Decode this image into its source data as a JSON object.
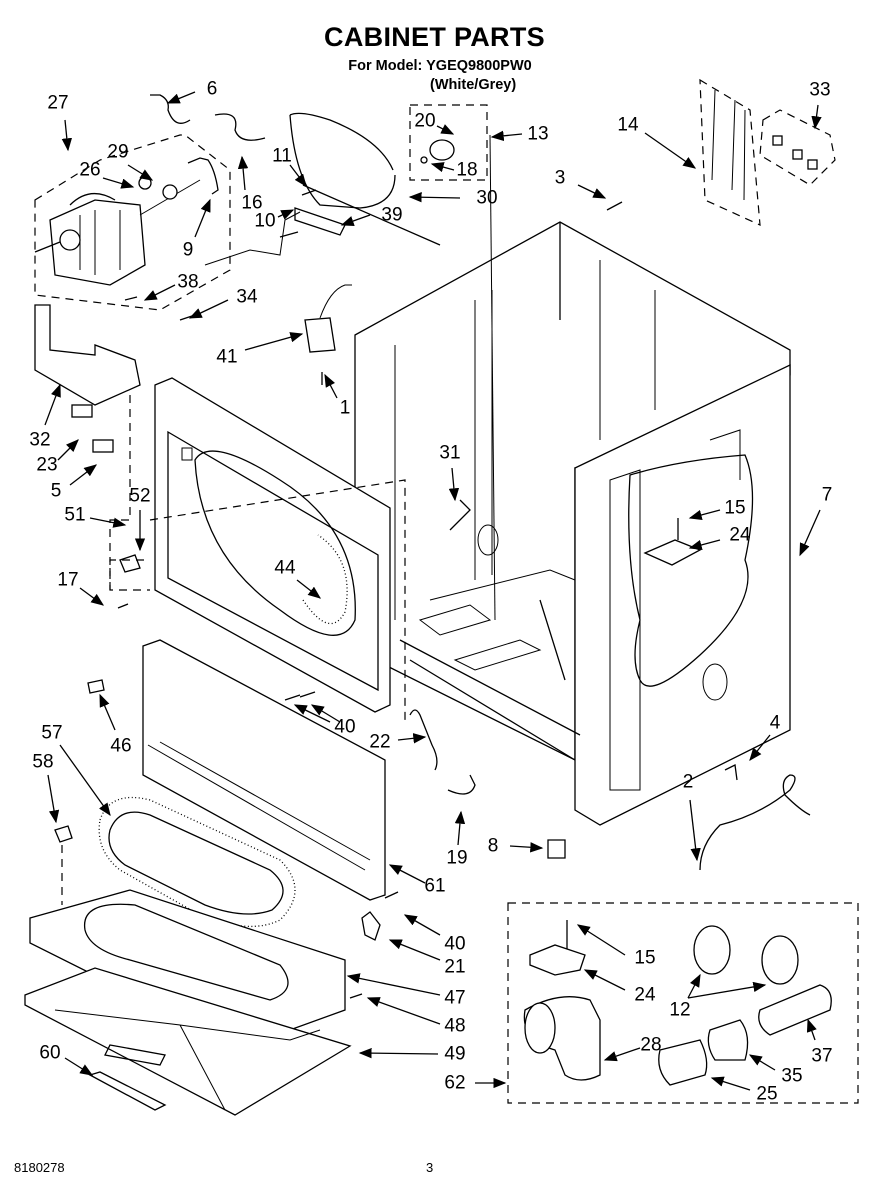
{
  "header": {
    "title": "CABINET PARTS",
    "model_line": "For Model: YGEQ9800PW0",
    "color_line": "(White/Grey)"
  },
  "footer": {
    "doc_number": "8180278",
    "page_number": "3"
  },
  "callouts": [
    {
      "id": "27",
      "label": "27"
    },
    {
      "id": "6",
      "label": "6"
    },
    {
      "id": "29",
      "label": "29"
    },
    {
      "id": "26",
      "label": "26"
    },
    {
      "id": "11",
      "label": "11"
    },
    {
      "id": "16",
      "label": "16"
    },
    {
      "id": "9",
      "label": "9"
    },
    {
      "id": "10",
      "label": "10"
    },
    {
      "id": "39",
      "label": "39"
    },
    {
      "id": "30",
      "label": "30"
    },
    {
      "id": "20",
      "label": "20"
    },
    {
      "id": "18",
      "label": "18"
    },
    {
      "id": "13",
      "label": "13"
    },
    {
      "id": "3",
      "label": "3"
    },
    {
      "id": "14",
      "label": "14"
    },
    {
      "id": "33",
      "label": "33"
    },
    {
      "id": "38",
      "label": "38"
    },
    {
      "id": "34",
      "label": "34"
    },
    {
      "id": "41",
      "label": "41"
    },
    {
      "id": "1",
      "label": "1"
    },
    {
      "id": "32",
      "label": "32"
    },
    {
      "id": "23",
      "label": "23"
    },
    {
      "id": "5",
      "label": "5"
    },
    {
      "id": "52",
      "label": "52"
    },
    {
      "id": "51",
      "label": "51"
    },
    {
      "id": "31",
      "label": "31"
    },
    {
      "id": "17",
      "label": "17"
    },
    {
      "id": "44",
      "label": "44"
    },
    {
      "id": "15a",
      "label": "15"
    },
    {
      "id": "24a",
      "label": "24"
    },
    {
      "id": "7",
      "label": "7"
    },
    {
      "id": "46",
      "label": "46"
    },
    {
      "id": "40a",
      "label": "40"
    },
    {
      "id": "22",
      "label": "22"
    },
    {
      "id": "57",
      "label": "57"
    },
    {
      "id": "58",
      "label": "58"
    },
    {
      "id": "4",
      "label": "4"
    },
    {
      "id": "2",
      "label": "2"
    },
    {
      "id": "19",
      "label": "19"
    },
    {
      "id": "8",
      "label": "8"
    },
    {
      "id": "61",
      "label": "61"
    },
    {
      "id": "40b",
      "label": "40"
    },
    {
      "id": "21",
      "label": "21"
    },
    {
      "id": "47",
      "label": "47"
    },
    {
      "id": "48",
      "label": "48"
    },
    {
      "id": "49",
      "label": "49"
    },
    {
      "id": "60",
      "label": "60"
    },
    {
      "id": "62",
      "label": "62"
    },
    {
      "id": "15b",
      "label": "15"
    },
    {
      "id": "24b",
      "label": "24"
    },
    {
      "id": "12",
      "label": "12"
    },
    {
      "id": "28",
      "label": "28"
    },
    {
      "id": "37",
      "label": "37"
    },
    {
      "id": "35",
      "label": "35"
    },
    {
      "id": "25",
      "label": "25"
    }
  ]
}
